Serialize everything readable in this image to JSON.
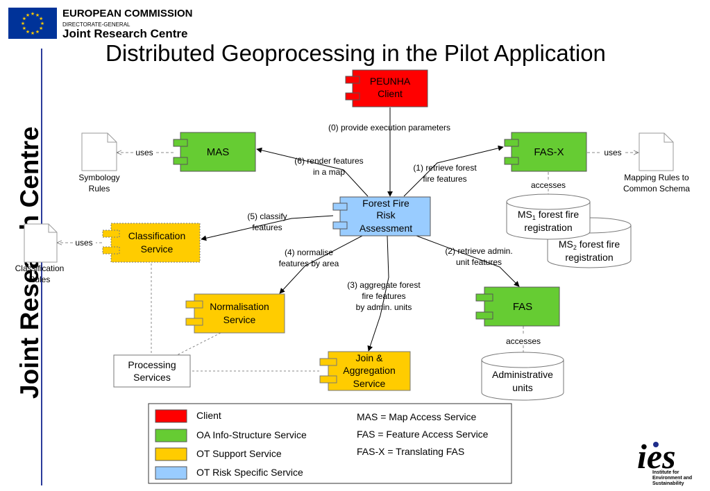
{
  "header": {
    "org_line1": "EUROPEAN COMMISSION",
    "org_line2": "DIRECTORATE-GENERAL",
    "org_line3": "Joint Research Centre"
  },
  "title": "Distributed Geoprocessing in the Pilot Application",
  "side_banner": "Joint Research Centre",
  "components": {
    "client": [
      "PEUNHA",
      "Client"
    ],
    "mas": [
      "MAS"
    ],
    "fasx": [
      "FAS-X"
    ],
    "ffra": [
      "Forest Fire",
      "Risk",
      "Assessment"
    ],
    "classification": [
      "Classification",
      "Service"
    ],
    "normalisation": [
      "Normalisation",
      "Service"
    ],
    "fas": [
      "FAS"
    ],
    "join": [
      "Join &",
      "Aggregation",
      "Service"
    ]
  },
  "processing_services": [
    "Processing",
    "Services"
  ],
  "documents": {
    "symbology": [
      "Symbology",
      "Rules"
    ],
    "classification_rules": [
      "Classification",
      "Rules"
    ],
    "mapping_rules": [
      "Mapping Rules to",
      "Common Schema"
    ]
  },
  "datastores": {
    "ms1": {
      "prefix": "MS",
      "sub": "1",
      "rest": " forest fire",
      "line2": "registration"
    },
    "ms2": {
      "prefix": "MS",
      "sub": "2",
      "rest": " forest fire",
      "line2": "registration"
    },
    "admin": [
      "Administrative",
      "units"
    ]
  },
  "edges": {
    "e0": [
      "(0) provide execution parameters"
    ],
    "e1": [
      "(1) retrieve forest",
      "fire features"
    ],
    "e2": [
      "(2) retrieve admin.",
      "unit features"
    ],
    "e3": [
      "(3) aggregate forest",
      "fire features",
      "by admin. units"
    ],
    "e4": [
      "(4) normalise",
      "features by area"
    ],
    "e5": [
      "(5) classify",
      "features"
    ],
    "e6": [
      "(6) render features",
      "in a map"
    ],
    "uses": "uses",
    "accesses": "accesses"
  },
  "legend": {
    "items": [
      {
        "label": "Client",
        "color": "#ff0000"
      },
      {
        "label": "OA Info-Structure Service",
        "color": "#66cc33"
      },
      {
        "label": "OT Support Service",
        "color": "#ffcc00"
      },
      {
        "label": "OT Risk Specific Service",
        "color": "#99ccff"
      }
    ],
    "abbreviations": [
      "MAS = Map Access Service",
      "FAS = Feature Access Service",
      "FAS-X = Translating FAS"
    ]
  },
  "ies_logo": {
    "wordmark": "ies",
    "caption": [
      "Institute for",
      "Environment and",
      "Sustainability"
    ]
  },
  "colors": {
    "title": "#1f2d8a",
    "banner": "#6f7fc7",
    "client": "#ff0000",
    "oa": "#66cc33",
    "ot_support": "#ffcc00",
    "ot_risk": "#99ccff",
    "eu_blue": "#003399",
    "eu_stars": "#ffcc00"
  }
}
